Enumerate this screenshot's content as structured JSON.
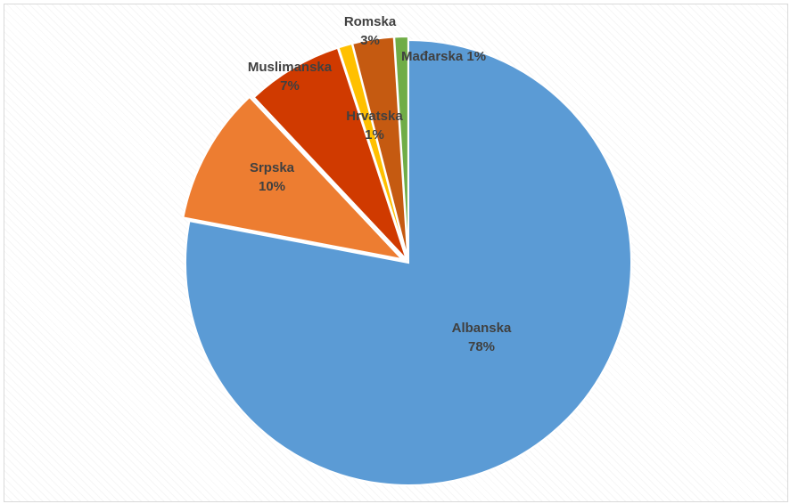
{
  "chart_data": {
    "type": "pie",
    "start_angle_deg": 0,
    "direction": "clockwise",
    "slices": [
      {
        "label": "Albanska",
        "value": 78,
        "percent_label": "78%",
        "color": "#5B9BD5"
      },
      {
        "label": "Srpska",
        "value": 10,
        "percent_label": "10%",
        "color": "#ED7D31"
      },
      {
        "label": "Muslimanska",
        "value": 7,
        "percent_label": "7%",
        "color": "#D03A00"
      },
      {
        "label": "Hrvatska",
        "value": 1,
        "percent_label": "1%",
        "color": "#FFC000"
      },
      {
        "label": "Romska",
        "value": 3,
        "percent_label": "3%",
        "color": "#C55A11"
      },
      {
        "label": "Mađarska",
        "value": 1,
        "percent_label": "1%",
        "color": "#70AD47"
      }
    ],
    "legend": "none"
  }
}
